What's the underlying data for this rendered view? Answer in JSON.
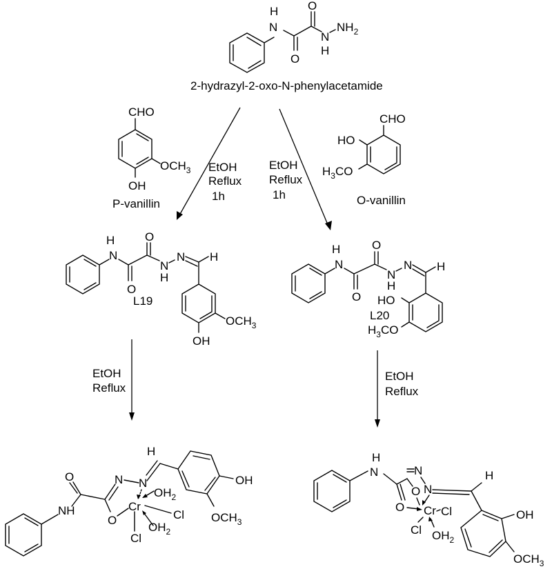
{
  "scheme": {
    "title": "Synthesis of hydrazone ligands L19, L20 and their Cr(III) complexes",
    "starting_material": {
      "name": "2-hydrazyl-2-oxo-N-phenylacetamide",
      "atoms": {
        "nh_H": "H",
        "nh_N": "N",
        "o_top": "O",
        "o_bottom": "O",
        "n_hydrazide": "N",
        "nh_H2": "H",
        "nh2": "NH",
        "nh2_sub": "2"
      }
    },
    "reagents": {
      "p_vanillin": {
        "name": "P-vanillin",
        "cho": "CHO",
        "och3": "OCH",
        "och3_sub": "3",
        "oh": "OH"
      },
      "o_vanillin": {
        "name": "O-vanillin",
        "cho": "CHO",
        "ho": "HO",
        "h3co_h": "H",
        "h3co_sub": "3",
        "h3co_co": "CO"
      }
    },
    "conditions": {
      "step1_left": [
        "EtOH",
        "Reflux",
        "1h"
      ],
      "step1_right": [
        "EtOH",
        "Reflux",
        "1h"
      ],
      "step2_left": [
        "EtOH",
        "Reflux"
      ],
      "step2_right": [
        "EtOH",
        "Reflux"
      ]
    },
    "ligands": {
      "L19": {
        "label": "L19",
        "H": "H",
        "N": "N",
        "O": "O",
        "NN": "N",
        "CH": "H",
        "och3": "OCH",
        "och3_sub": "3",
        "oh": "OH"
      },
      "L20": {
        "label": "L20",
        "H": "H",
        "N": "N",
        "O": "O",
        "NN": "N",
        "CH": "H",
        "ho": "HO",
        "h3co_h": "H",
        "h3co_sub": "3",
        "h3co_co": "CO"
      }
    },
    "complexes": {
      "left": {
        "O": "O",
        "NH": "NH",
        "N1": "N",
        "N2": "N",
        "H": "H",
        "Cr": "Cr",
        "OH2": "OH",
        "OH2_sub": "2",
        "Cl": "Cl",
        "Oring": "O",
        "oh": "OH",
        "och3": "OCH",
        "och3_sub": "3"
      },
      "right": {
        "H": "H",
        "N": "N",
        "N1": "N",
        "N2": "N",
        "O1": "O",
        "O2": "O",
        "Cr": "Cr",
        "Cl": "Cl",
        "OH2": "OH",
        "OH2_sub": "2",
        "CH": "H",
        "oh": "OH",
        "och3": "OCH",
        "och3_sub": "3"
      }
    }
  }
}
